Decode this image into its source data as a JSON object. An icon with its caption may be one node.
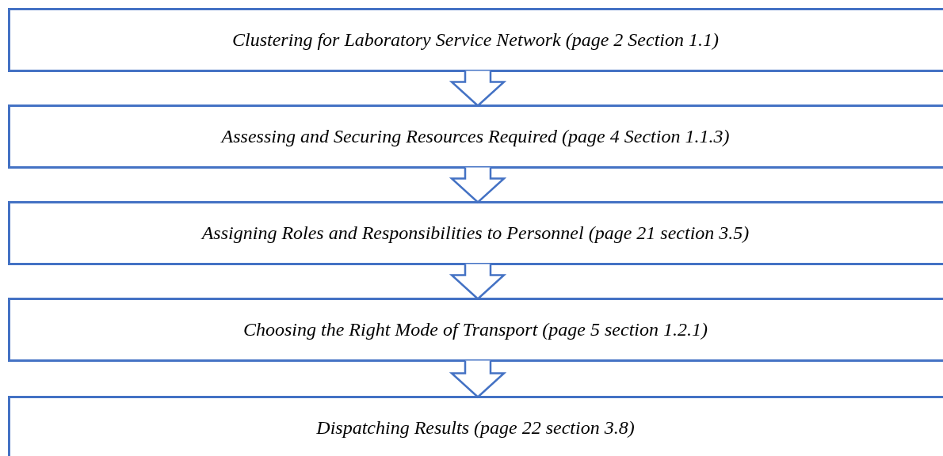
{
  "diagram": {
    "nodes": [
      {
        "text": [
          "Clustering for Laboratory Service Network (page 2 Section 1.1)"
        ]
      },
      {
        "text": [
          "Assessing and Securing Resources Required (page 4 Section 1.1.3)"
        ]
      },
      {
        "text": [
          "Assigning Roles and Responsibilities to Personnel (page 21 section 3.5)"
        ]
      },
      {
        "text": [
          "Choosing the Right Mode of Transport (page 5 section 1.2.1)"
        ]
      },
      {
        "text": [
          "Dispatching Results (page 22 section 3.8)"
        ]
      }
    ],
    "edges": [
      {
        "from": 0,
        "to": 1,
        "arrow": "to"
      },
      {
        "from": 1,
        "to": 2,
        "arrow": "to"
      },
      {
        "from": 2,
        "to": 3,
        "arrow": "to"
      },
      {
        "from": 3,
        "to": 4,
        "arrow": "to"
      }
    ]
  }
}
